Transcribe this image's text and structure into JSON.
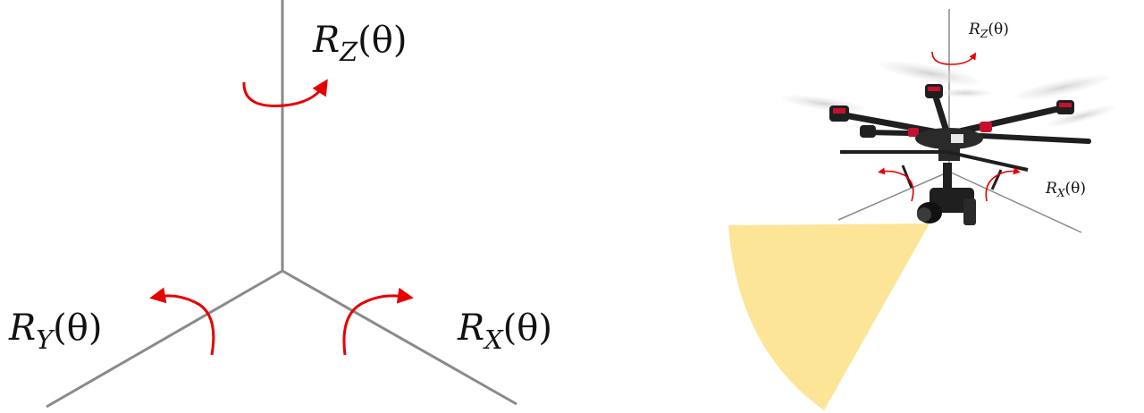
{
  "left_axes": {
    "rz_label": {
      "symbol": "R",
      "sub": "Z",
      "arg": "(θ)"
    },
    "ry_label": {
      "symbol": "R",
      "sub": "Y",
      "arg": "(θ)"
    },
    "rx_label": {
      "symbol": "R",
      "sub": "X",
      "arg": "(θ)"
    }
  },
  "drone": {
    "rz_label": {
      "symbol": "R",
      "sub": "Z",
      "arg": "(θ)"
    },
    "rx_label": {
      "symbol": "R",
      "sub": "X",
      "arg": "(θ)"
    }
  },
  "colors": {
    "axis": "#8a8a8a",
    "arrow": "#e60000",
    "fov": "#fde598",
    "drone_body": "#1f1f1f",
    "drone_accent": "#c8102e",
    "propeller": "#d8d8d8"
  },
  "icons": [
    "rotation-arrow-icon",
    "drone-icon",
    "camera-icon",
    "field-of-view-icon"
  ]
}
